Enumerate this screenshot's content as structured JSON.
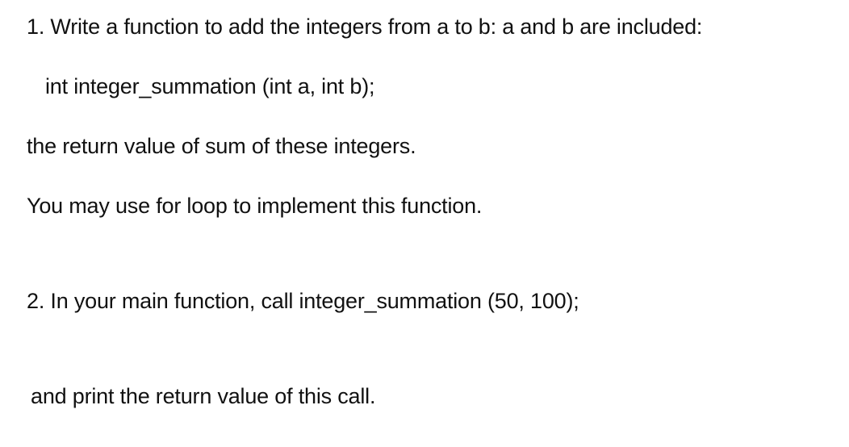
{
  "document": {
    "lines": [
      "1. Write a function to add the integers from a to b: a and b are included:",
      "int integer_summation (int a, int b);",
      "the return value of sum of these integers.",
      "You may use for loop to implement this function.",
      "2. In your main function, call integer_summation (50, 100);",
      "and print the return value of this call."
    ]
  }
}
